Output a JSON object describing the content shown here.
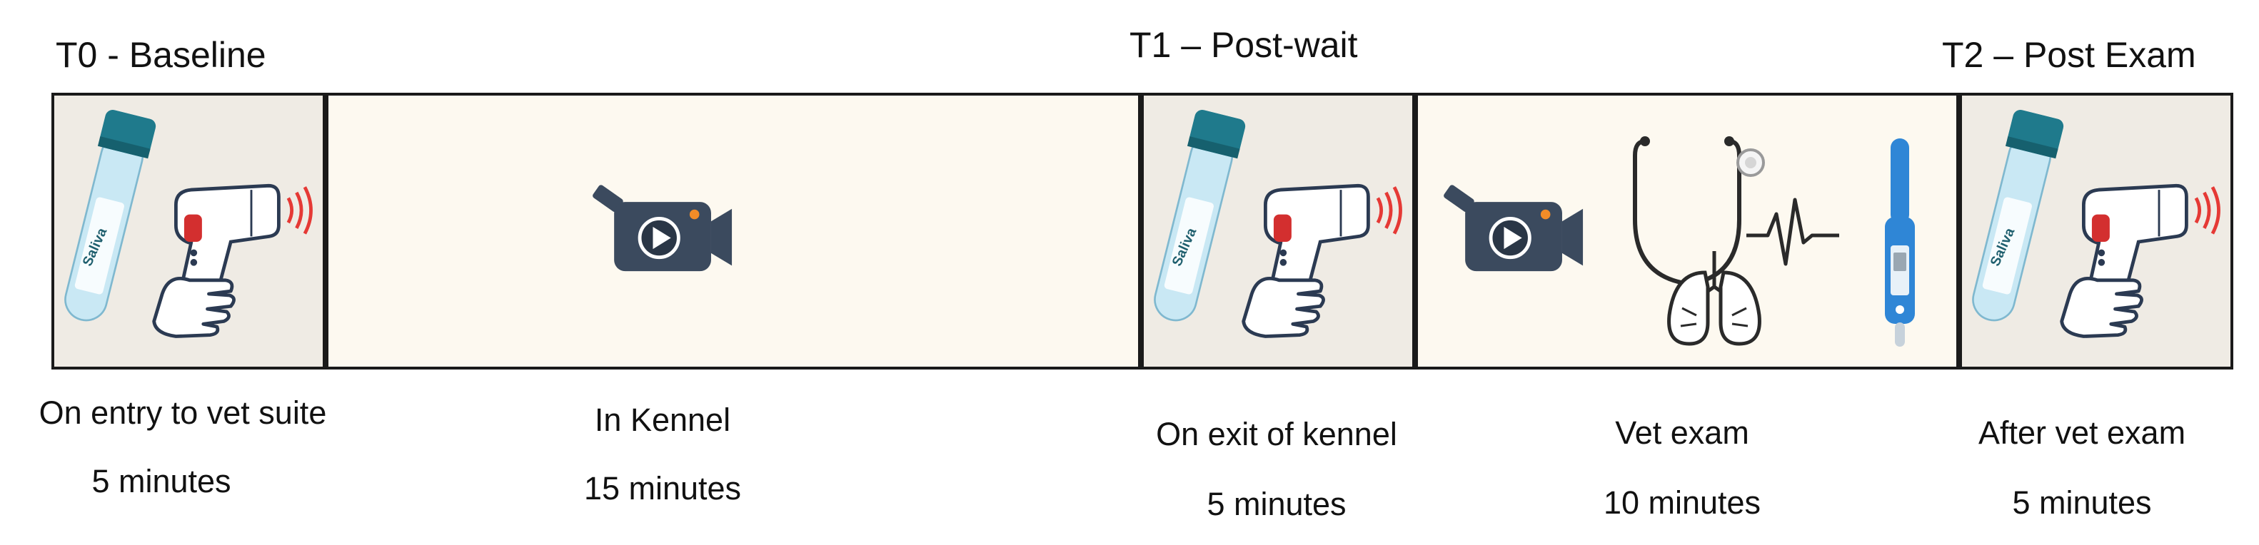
{
  "timepoints": {
    "t0": "T0 - Baseline",
    "t1": "T1 – Post-wait",
    "t2": "T2 – Post Exam"
  },
  "stages": [
    {
      "label": "On entry to vet suite",
      "duration": "5 minutes"
    },
    {
      "label": "In Kennel",
      "duration": "15 minutes"
    },
    {
      "label": "On exit of kennel",
      "duration": "5 minutes"
    },
    {
      "label": "Vet exam",
      "duration": "10 minutes"
    },
    {
      "label": "After vet exam",
      "duration": "5 minutes"
    }
  ],
  "saliva_label": "Saliva",
  "icons": {
    "saliva": "saliva-tube-icon",
    "thermometer_gun": "infrared-thermometer-icon",
    "camera": "video-camera-icon",
    "stethoscope": "stethoscope-icon",
    "lungs": "lungs-icon",
    "heartbeat": "heartbeat-icon",
    "digital_thermometer": "digital-thermometer-icon"
  },
  "colors": {
    "tube_cap": "#1f7a8c",
    "tube_body": "#bfe3f0",
    "camera_body": "#3b4a5e",
    "camera_accent": "#f28c28",
    "gun_trigger": "#d32f2f",
    "signal": "#e53935",
    "thermometer_blue": "#2f86d6"
  }
}
